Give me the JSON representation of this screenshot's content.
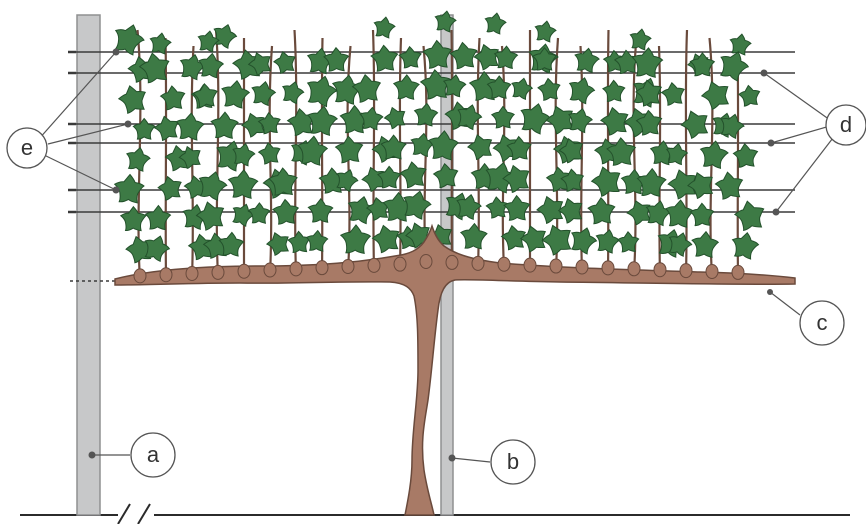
{
  "diagram": {
    "labels": {
      "a": "a",
      "b": "b",
      "c": "c",
      "d": "d",
      "e": "e"
    },
    "colors": {
      "post": "#c7c8c9",
      "post_edge": "#8f9091",
      "trunk": "#a87a66",
      "trunk_edge": "#6a4a3c",
      "leaf": "#3d7a45",
      "leaf_edge": "#23512b",
      "wire": "#3a3a3a",
      "ground": "#2b2b2b",
      "callout": "#555555"
    }
  }
}
